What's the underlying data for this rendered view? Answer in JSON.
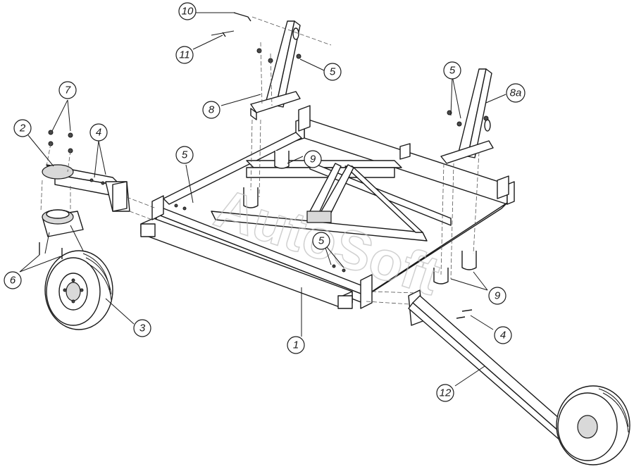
{
  "watermark": "AutoSoft",
  "callouts": [
    {
      "id": "c1",
      "label": "1"
    },
    {
      "id": "c2",
      "label": "2"
    },
    {
      "id": "c3",
      "label": "3"
    },
    {
      "id": "c4a",
      "label": "4"
    },
    {
      "id": "c4b",
      "label": "4"
    },
    {
      "id": "c5a",
      "label": "5"
    },
    {
      "id": "c5b",
      "label": "5"
    },
    {
      "id": "c5c",
      "label": "5"
    },
    {
      "id": "c5d",
      "label": "5"
    },
    {
      "id": "c6",
      "label": "6"
    },
    {
      "id": "c7",
      "label": "7"
    },
    {
      "id": "c8",
      "label": "8"
    },
    {
      "id": "c8a",
      "label": "8a"
    },
    {
      "id": "c9a",
      "label": "9"
    },
    {
      "id": "c9b",
      "label": "9"
    },
    {
      "id": "c10",
      "label": "10"
    },
    {
      "id": "c11",
      "label": "11"
    },
    {
      "id": "c12",
      "label": "12"
    }
  ]
}
